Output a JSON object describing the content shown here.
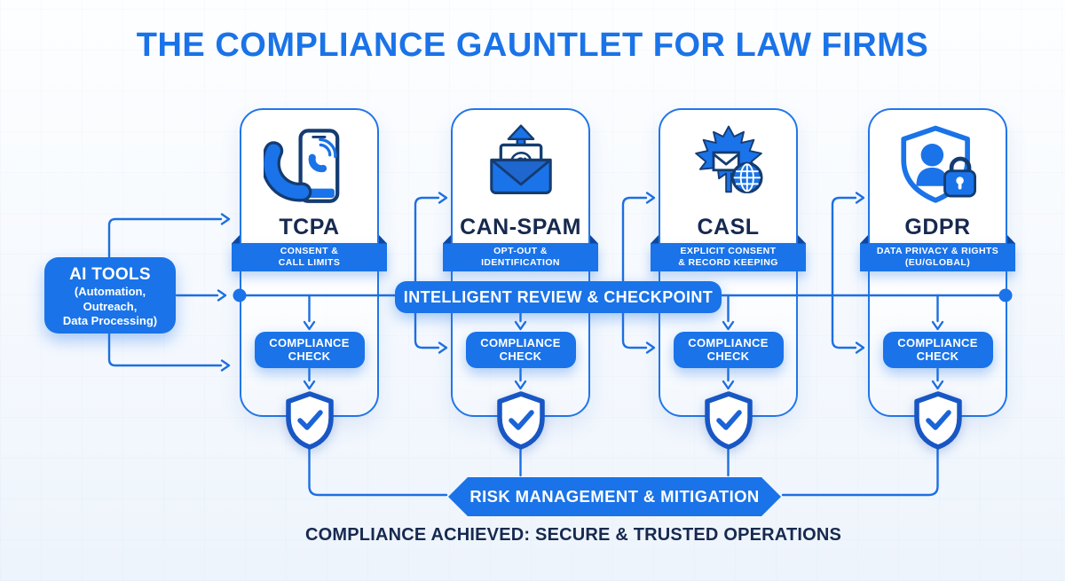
{
  "title": "THE COMPLIANCE GAUNTLET FOR LAW FIRMS",
  "ai_tools": {
    "heading": "AI TOOLS",
    "sub_lines": [
      "(Automation,",
      "Outreach,",
      "Data Processing)"
    ]
  },
  "pillars": [
    {
      "name": "TCPA",
      "icon": "phone-call-icon",
      "tag_lines": [
        "CONSENT &",
        "CALL LIMITS"
      ]
    },
    {
      "name": "CAN-SPAM",
      "icon": "email-optout-icon",
      "tag_lines": [
        "OPT-OUT &",
        "IDENTIFICATION"
      ]
    },
    {
      "name": "CASL",
      "icon": "maple-leaf-mail-globe-icon",
      "tag_lines": [
        "EXPLICIT CONSENT",
        "& RECORD KEEPING"
      ]
    },
    {
      "name": "GDPR",
      "icon": "shield-lock-privacy-icon",
      "tag_lines": [
        "DATA PRIVACY & RIGHTS",
        "(EU/GLOBAL)"
      ]
    }
  ],
  "compliance_check_button": {
    "lines": [
      "COMPLIANCE",
      "CHECK"
    ]
  },
  "checkpoint_banner": "INTELLIGENT REVIEW & CHECKPOINT",
  "risk_banner": "RISK MANAGEMENT & MITIGATION",
  "footer": "COMPLIANCE ACHIEVED: SECURE & TRUSTED OPERATIONS",
  "colors": {
    "primary_blue": "#1a73e8",
    "dark_navy": "#16294f",
    "ribbon_fold": "#0d47a1",
    "connector_blue": "#1d6fe2",
    "background": "#f5f9fe"
  }
}
